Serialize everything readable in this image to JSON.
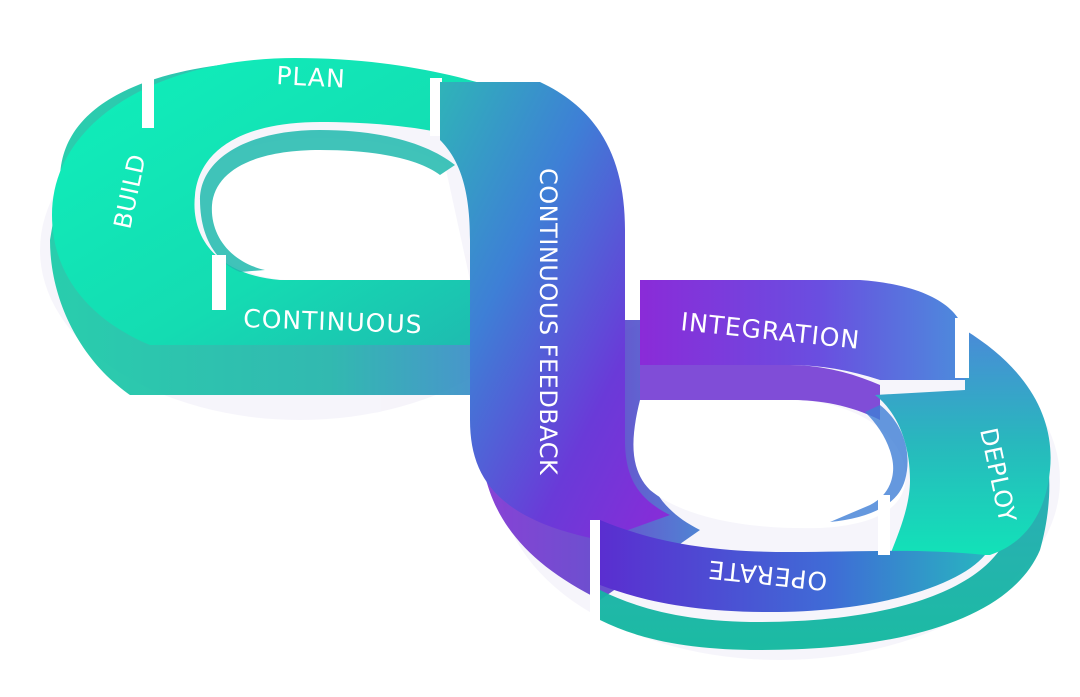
{
  "labels": {
    "plan": "PLAN",
    "build": "BUILD",
    "continuous": "CONTINUOUS",
    "continuous_feedback": "CONTINUOUS FEEDBACK",
    "integration": "INTEGRATION",
    "deploy": "DEPLOY",
    "operate": "OPERATE"
  },
  "colors": {
    "teal": "#0fe8b4",
    "teal_dark": "#16b9a6",
    "blue": "#3f73d6",
    "purple": "#7a2fd6",
    "purple_dark": "#5a22b8"
  }
}
